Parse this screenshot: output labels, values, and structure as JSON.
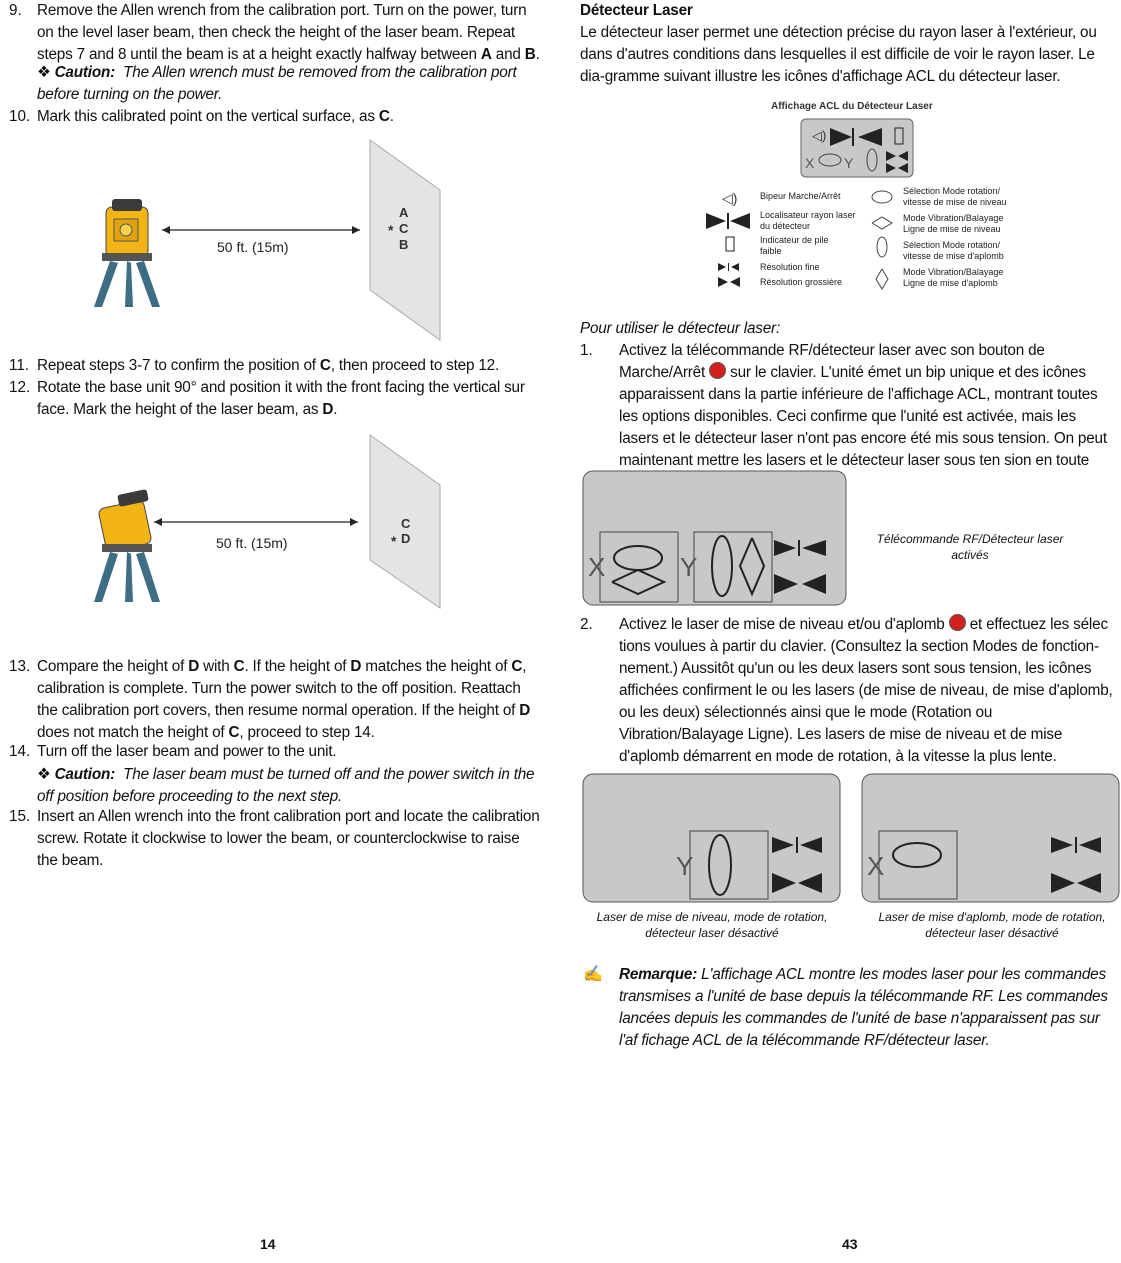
{
  "left": {
    "s9": {
      "num": "9.",
      "text": "Remove the Allen wrench from the calibration port. Turn on the power, turn on the level laser beam, then check the height of the laser beam. Repeat steps 7 and 8 until the beam is at a height exactly halfway between ",
      "bA": "A",
      "and": " and ",
      "bB": "B",
      "end": "."
    },
    "caution1": {
      "label": "Caution:",
      "text": "The Allen wrench must be removed from the calibration port before turning on the power."
    },
    "s10": {
      "num": "10.",
      "text": "Mark this calibrated point on the vertical surface, as ",
      "b": "C",
      "end": "."
    },
    "fig1": {
      "dist": "50 ft. (15m)",
      "marks": [
        "A",
        "C",
        "B"
      ],
      "star": "*"
    },
    "s11": {
      "num": "11.",
      "text": "Repeat steps 3-7 to confirm the position of ",
      "b": "C",
      "end": ", then proceed to step 12."
    },
    "s12": {
      "num": "12.",
      "text": "Rotate the base unit 90° and position it with the front facing the vertical sur face. Mark the height of the laser beam, as ",
      "b": "D",
      "end": "."
    },
    "fig2": {
      "dist": "50 ft. (15m)",
      "marks": [
        "C",
        "D"
      ],
      "star": "*"
    },
    "s13": {
      "num": "13.",
      "t1": "Compare the height of ",
      "b1": "D",
      "t2": " with ",
      "b2": "C",
      "t3": ". If the height of ",
      "b3": "D",
      "t4": " matches the height of ",
      "b4": "C",
      "t5": ", calibration is complete. Turn the power switch to the off position. Reattach the calibration port covers, then resume normal operation. If the height of ",
      "b5": "D",
      "t6": " does not match the height of ",
      "b6": "C",
      "t7": ", proceed to step 14."
    },
    "s14": {
      "num": "14.",
      "text": "Turn off the laser beam and power to the unit."
    },
    "caution2": {
      "label": "Caution:",
      "text": "The laser beam must be turned off and the power switch in the off position before proceeding to the next step."
    },
    "s15": {
      "num": "15.",
      "text": "Insert an Allen wrench into the front calibration port and locate the calibration screw. Rotate it clockwise to lower the beam, or counterclockwise to raise the beam."
    },
    "page": "14"
  },
  "right": {
    "title": "Détecteur Laser",
    "intro": "Le détecteur laser permet une détection précise du rayon laser à l'extérieur, ou dans d'autres conditions dans lesquelles il est difficile de voir le rayon laser. Le dia-gramme suivant illustre les icônes d'affichage ACL du détecteur laser.",
    "lcd_title": "Affichage ACL du Détecteur Laser",
    "legend_left": [
      "Bipeur Marche/Arrêt",
      "Localisateur rayon laser du détecteur",
      "Indicateur de pile faible",
      "Résolution fine",
      "Résolution grossière"
    ],
    "legend_right": [
      "Sélection Mode rotation/ vitesse de mise de niveau",
      "Mode Vibration/Balayage Ligne de mise de niveau",
      "Sélection Mode rotation/ vitesse de mise d'aplomb",
      "Mode Vibration/Balayage Ligne de mise d'aplomb"
    ],
    "howto": "Pour utiliser le détecteur laser:",
    "s1": {
      "num": "1.",
      "a": "Activez la télécommande RF/détecteur laser avec son bouton de Marche/Arrêt",
      "b": "sur le clavier. L'unité émet un bip unique et des icônes apparaissent dans la partie inférieure de l'affichage ACL, montrant toutes les options disponibles. Ceci confirme que l'unité est activée, mais les lasers et le détecteur laser n'ont pas encore été mis sous tension. On peut maintenant mettre les lasers et le détecteur laser sous ten sion en toute sécurité."
    },
    "cap1": "Télécommande RF/Détecteur laser activés",
    "s2": {
      "num": "2.",
      "a": "Activez le laser de mise de niveau et/ou d'aplomb",
      "b": "et effectuez les sélec tions  voulues à partir du clavier. (Consultez la section Modes de fonction-nement.) Aussitôt qu'un ou les deux lasers sont sous tension, les icônes affichées confirment le ou les lasers (de mise de niveau, de mise d'aplomb, ou les deux) sélectionnés ainsi que le mode (Rotation ou Vibration/Balayage Ligne). Les lasers de mise de niveau et de mise d'aplomb démarrent en mode de rotation, à la vitesse la plus lente."
    },
    "cap2": "Laser de mise de niveau, mode de rotation, détecteur laser désactivé",
    "cap3": "Laser de mise d'aplomb, mode de rotation, détecteur laser désactivé",
    "note": {
      "label": "Remarque:",
      "text": "L'affichage ACL montre les modes laser pour les commandes transmises a l'unité de base depuis la télécommande RF. Les commandes lancées depuis les commandes de l'unité de base n'apparaissent pas sur l'af fichage ACL de la télécommande RF/détecteur laser."
    },
    "page": "43"
  },
  "colors": {
    "lcd": "#c8c8c8",
    "laser_yellow": "#f2b515",
    "tripod": "#3d6e86",
    "power_red": "#d42020"
  }
}
